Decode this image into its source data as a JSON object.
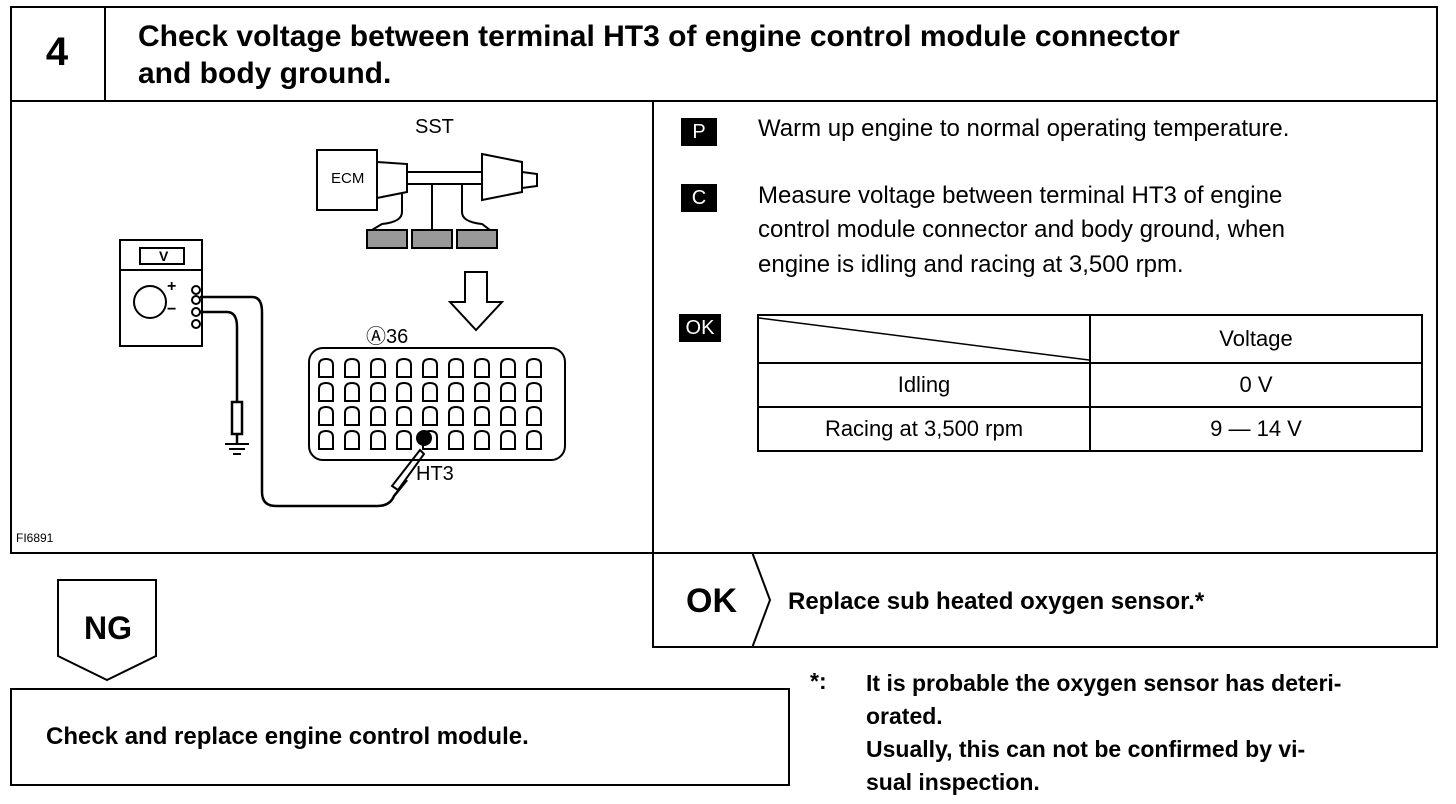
{
  "step": {
    "number": "4",
    "title_line1": "Check voltage between terminal HT3 of engine control module connector",
    "title_line2": "and body ground."
  },
  "figure": {
    "id": "FI6891",
    "sst_label": "SST",
    "ecm_label": "ECM",
    "meter_label": "V",
    "connector_label": "Ⓐ36",
    "terminal_label": "HT3"
  },
  "procedure": {
    "prepare_badge": "P",
    "prepare_text": "Warm up engine to normal operating temperature.",
    "check_badge": "C",
    "check_line1": "Measure voltage between terminal HT3 of engine",
    "check_line2": "control module connector and body ground, when",
    "check_line3": "engine is idling and racing at 3,500 rpm.",
    "ok_badge": "OK"
  },
  "spec_table": {
    "header": "Voltage",
    "rows": [
      {
        "condition": "Idling",
        "value": "0 V"
      },
      {
        "condition": "Racing at 3,500 rpm",
        "value": "9 — 14 V"
      }
    ]
  },
  "result_ok": {
    "label": "OK",
    "action": "Replace sub heated oxygen sensor.*"
  },
  "result_ng": {
    "label": "NG",
    "action": "Check and replace engine control module."
  },
  "footnote": {
    "mark": "*:",
    "line1": "It is probable the oxygen sensor has deteri-",
    "line2": "orated.",
    "line3": "Usually, this can not be confirmed by vi-",
    "line4": "sual inspection."
  }
}
